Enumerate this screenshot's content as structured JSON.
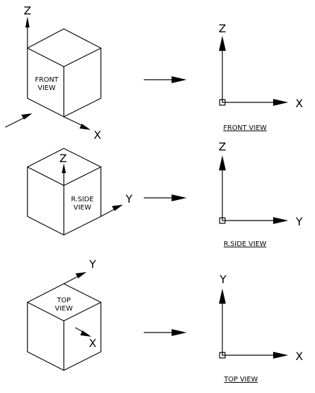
{
  "rows": [
    {
      "face_label": [
        "FRONT",
        "VIEW"
      ],
      "axes": [
        "Z",
        "X"
      ],
      "view_axes": [
        "Z",
        "X"
      ],
      "caption": "FRONT  VIEW"
    },
    {
      "face_label": [
        "R.SIDE",
        "VIEW"
      ],
      "axes": [
        "Z",
        "Y"
      ],
      "view_axes": [
        "Z",
        "Y"
      ],
      "caption": "R.SIDE  VIEW"
    },
    {
      "face_label": [
        "TOP",
        "VIEW"
      ],
      "axes": [
        "Y",
        "X"
      ],
      "view_axes": [
        "Y",
        "X"
      ],
      "caption": "TOP  VIEW"
    }
  ]
}
